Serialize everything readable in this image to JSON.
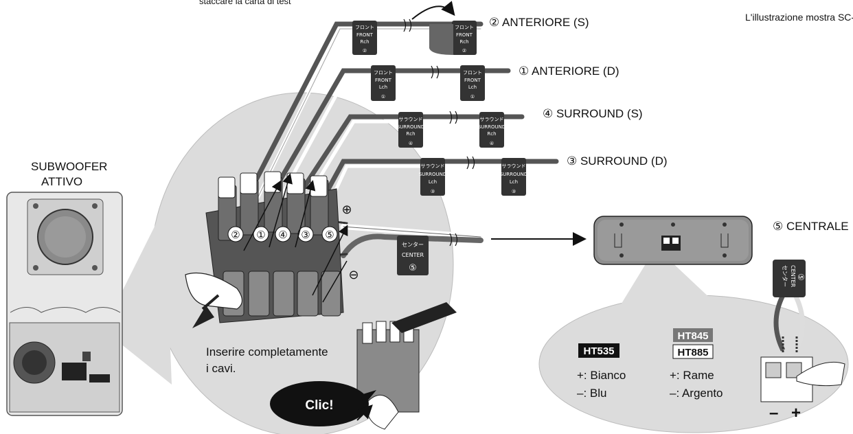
{
  "top_note": "L'illustrazione mostra SC-H",
  "top_fragment": "staccare la carta di test",
  "subwoofer": {
    "line1": "SUBWOOFER",
    "line2": "ATTIVO"
  },
  "speakers": [
    {
      "num": "②",
      "label": "② ANTERIORE (S)",
      "tag_jp": "フロント",
      "tag_en": "FRONT",
      "tag_ch": "Rch"
    },
    {
      "num": "①",
      "label": "① ANTERIORE (D)",
      "tag_jp": "フロント",
      "tag_en": "FRONT",
      "tag_ch": "Lch"
    },
    {
      "num": "④",
      "label": "④ SURROUND (S)",
      "tag_jp": "サラウンド",
      "tag_en": "SURROUND",
      "tag_ch": "Rch"
    },
    {
      "num": "③",
      "label": "③ SURROUND (D)",
      "tag_jp": "サラウンド",
      "tag_en": "SURROUND",
      "tag_ch": "Lch"
    }
  ],
  "center": {
    "label": "⑤ CENTRALE",
    "tag_jp": "センター",
    "tag_en": "CENTER",
    "num": "⑤"
  },
  "terminal_numbers": [
    "②",
    "①",
    "④",
    "③",
    "⑤"
  ],
  "plus": "⊕",
  "minus": "⊖",
  "instruction": {
    "line1": "Inserire completamente",
    "line2": "i cavi."
  },
  "click": "Clic!",
  "models": {
    "ht535": "HT535",
    "ht845": "HT845",
    "ht885": "HT885",
    "ht535_plus": "+: Bianco",
    "ht535_minus": "–: Blu",
    "ht8x5_plus": "+: Rame",
    "ht8x5_minus": "–: Argento"
  },
  "polarity": {
    "minus": "–",
    "plus": "+"
  }
}
